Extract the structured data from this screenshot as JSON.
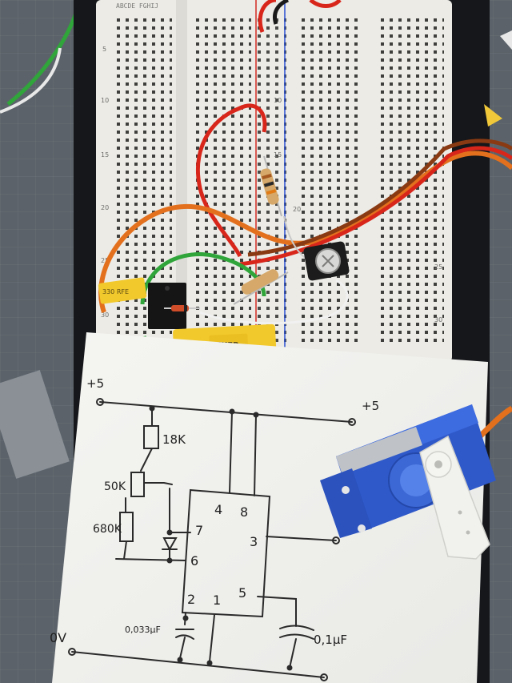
{
  "breadboard": {
    "column_letters": "ABCDE  FGHIJ",
    "row_numbers_left": [
      "5",
      "10",
      "15",
      "20",
      "25",
      "30"
    ],
    "row_numbers_right": [
      "10",
      "15",
      "20",
      "25",
      "30"
    ]
  },
  "components": {
    "capacitor_yellow_large_label": "VIKER",
    "capacitor_yellow_small_label": "330 RFE"
  },
  "schematic": {
    "plus5_left": "+5",
    "plus5_right": "+5",
    "zero_volt": "0V",
    "r1_label": "18K",
    "pot_label": "50K",
    "r2_label": "680K",
    "ic_pin_4": "4",
    "ic_pin_8": "8",
    "ic_pin_7": "7",
    "ic_pin_3": "3",
    "ic_pin_6": "6",
    "ic_pin_2": "2",
    "ic_pin_1": "1",
    "ic_pin_5": "5",
    "cap1_label": "0,033µF",
    "cap2_label": "0,1µF"
  },
  "colors": {
    "table_mat": "#5a6168",
    "breadboard": "#ecebe6",
    "paper": "#f6f6f3",
    "servo_blue": "#2f59c9",
    "wire_red": "#d8261b",
    "wire_orange": "#e3701d",
    "wire_green": "#2fa53a",
    "capacitor_yellow": "#f2c92c"
  }
}
